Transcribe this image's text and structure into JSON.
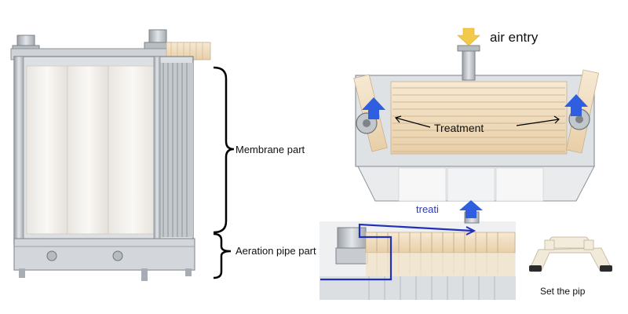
{
  "labels": {
    "membrane_part": "Membrane part",
    "aeration_pipe_part": "Aeration pipe part",
    "air_entry": "air entry",
    "treatment": "Treatment",
    "treatment_short": "treati",
    "set_the_pipe": "Set the pip"
  },
  "colors": {
    "frame": "#c8ccd1",
    "frame_dark": "#8d9399",
    "membrane": "#f1eee9",
    "membrane_tube": "#f2dfc0",
    "air_arrow": "#f3c94a",
    "flow_arrow": "#2f5fe0",
    "flow_line": "#2230b8"
  },
  "icons": {
    "air_entry_arrow": "arrow-down-icon",
    "outflow_arrows": "arrow-up-icon"
  }
}
